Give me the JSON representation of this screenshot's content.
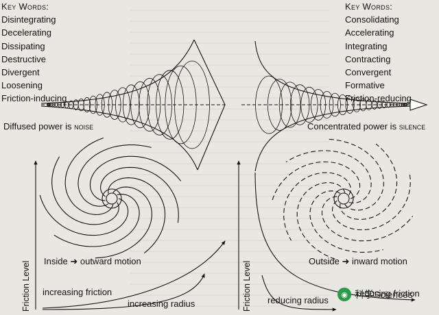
{
  "left": {
    "heading": "Key Words:",
    "keywords": [
      "Disintegrating",
      "Decelerating",
      "Dissipating",
      "Destructive",
      "Divergent",
      "Loosening",
      "Friction-inducing"
    ],
    "power_text": "Diffused power is",
    "power_word": "noise",
    "motion_inside": "Inside",
    "motion_outward": "outward motion",
    "friction_curve_label": "increasing friction",
    "radius_label": "increasing radius",
    "y_axis_label": "Friction Level"
  },
  "right": {
    "heading": "Key Words:",
    "keywords": [
      "Consolidating",
      "Accelerating",
      "Integrating",
      "Contracting",
      "Convergent",
      "Formative",
      "Friction-reducing"
    ],
    "power_text": "Concentrated power is",
    "power_word": "silence",
    "motion_outside": "Outside",
    "motion_inward": "inward motion",
    "friction_curve_label": "reducing friction",
    "radius_label": "reducing radius",
    "y_axis_label": "Friction Level"
  },
  "arrow_glyph": "➜",
  "watermark": {
    "text": "科学Sciences",
    "icon": "wechat-icon"
  },
  "colors": {
    "ink": "#111111",
    "paper": "#e9e7e2"
  }
}
